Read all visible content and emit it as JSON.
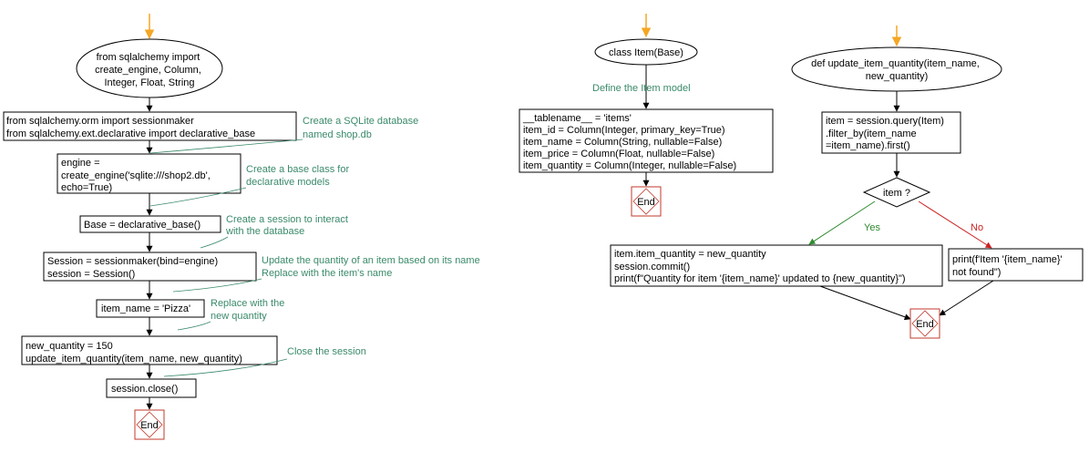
{
  "colors": {
    "start_arrow": "#f5a623",
    "comment": "#3a8a6a",
    "yes": "#2e8b2e",
    "no": "#cc2222",
    "end_border": "#c0392b"
  },
  "left_flow": {
    "start": [
      "from sqlalchemy import",
      "create_engine, Column,",
      "Integer, Float, String"
    ],
    "imports": [
      "from sqlalchemy.orm import sessionmaker",
      "from sqlalchemy.ext.declarative import declarative_base"
    ],
    "imports_comment": [
      "Create a SQLite database",
      "named shop.db"
    ],
    "engine": [
      "engine =",
      "create_engine('sqlite:///shop2.db',",
      "echo=True)"
    ],
    "engine_comment": [
      "Create a base class for",
      "declarative models"
    ],
    "base": "Base = declarative_base()",
    "base_comment": [
      "Create a session to interact",
      "with the database"
    ],
    "session": [
      "Session = sessionmaker(bind=engine)",
      "session = Session()"
    ],
    "session_comment": [
      "Update the quantity of an item based on its name",
      "Replace with the item's name"
    ],
    "item_name": "item_name = 'Pizza'",
    "item_name_comment": [
      "Replace with the",
      "new quantity"
    ],
    "update": [
      "new_quantity = 150",
      "update_item_quantity(item_name, new_quantity)"
    ],
    "update_comment": "Close the session",
    "close": "session.close()",
    "end": "End"
  },
  "middle_flow": {
    "start": "class Item(Base)",
    "comment": "Define the Item model",
    "body": [
      "__tablename__ = 'items'",
      "item_id = Column(Integer, primary_key=True)",
      "item_name = Column(String, nullable=False)",
      "item_price = Column(Float, nullable=False)",
      "item_quantity = Column(Integer, nullable=False)"
    ],
    "end": "End"
  },
  "right_flow": {
    "start": [
      "def update_item_quantity(item_name,",
      "new_quantity)"
    ],
    "query": [
      "item = session.query(Item)",
      ".filter_by(item_name",
      "=item_name).first()"
    ],
    "decision": "item ?",
    "yes_label": "Yes",
    "no_label": "No",
    "yes_box": [
      "item.item_quantity = new_quantity",
      "session.commit()",
      "print(f\"Quantity for item '{item_name}' updated to {new_quantity}\")"
    ],
    "no_box": [
      "print(f'Item '{item_name}'",
      "not found\")"
    ],
    "end": "End"
  }
}
